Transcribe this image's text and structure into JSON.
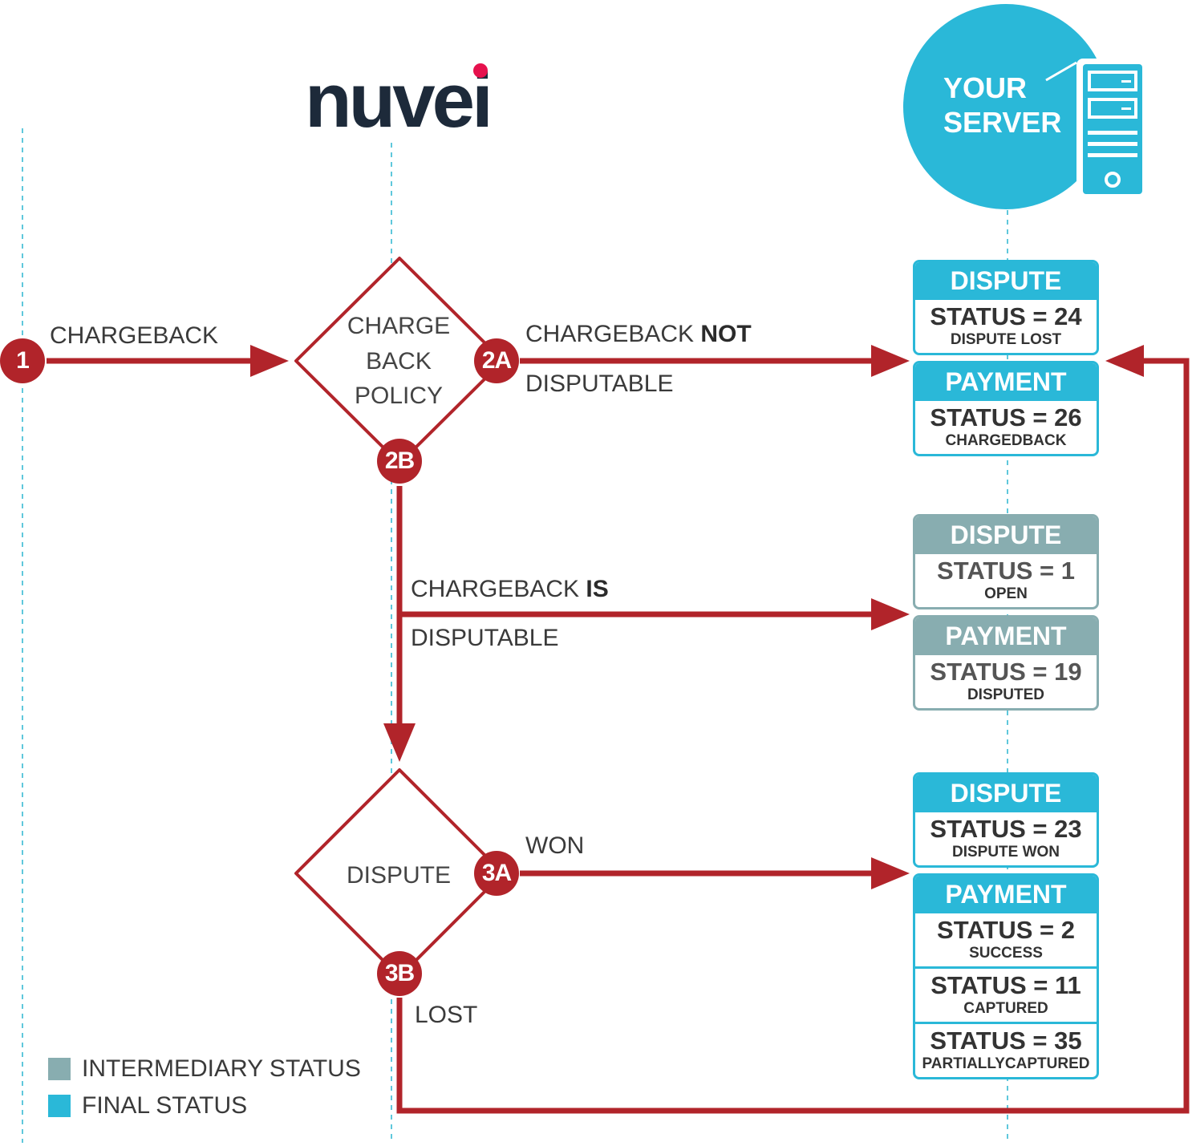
{
  "colors": {
    "arrow": "#b1242a",
    "final": "#2ab8d8",
    "intermediary": "#88adb0",
    "lifeline": "#5fc8dc",
    "logo_text": "#1d2a3a",
    "logo_dot": "#e6114d"
  },
  "logo": {
    "text": "nuvei"
  },
  "server": {
    "line1": "YOUR",
    "line2": "SERVER",
    "icon": "server-tower-icon"
  },
  "steps": {
    "s1": "1",
    "s2a": "2A",
    "s2b": "2B",
    "s3a": "3A",
    "s3b": "3B"
  },
  "decisions": {
    "policy": [
      "CHARGE",
      "BACK",
      "POLICY"
    ],
    "dispute": "DISPUTE"
  },
  "edges": {
    "chargeback": "CHARGEBACK",
    "not_disputable": {
      "pre": "CHARGEBACK ",
      "emph": "NOT",
      "post": "DISPUTABLE"
    },
    "is_disputable": {
      "pre": "CHARGEBACK ",
      "emph": "IS",
      "post": "DISPUTABLE"
    },
    "won": "WON",
    "lost": "LOST"
  },
  "cards": [
    {
      "kind": "final",
      "title": "DISPUTE",
      "rows": [
        {
          "status": "STATUS = 24",
          "sub": "DISPUTE  LOST"
        }
      ]
    },
    {
      "kind": "final",
      "title": "PAYMENT",
      "rows": [
        {
          "status": "STATUS = 26",
          "sub": "CHARGEDBACK"
        }
      ]
    },
    {
      "kind": "intermediary",
      "title": "DISPUTE",
      "rows": [
        {
          "status": "STATUS = 1",
          "sub": "OPEN"
        }
      ]
    },
    {
      "kind": "intermediary",
      "title": "PAYMENT",
      "rows": [
        {
          "status": "STATUS = 19",
          "sub": "DISPUTED"
        }
      ]
    },
    {
      "kind": "final",
      "title": "DISPUTE",
      "rows": [
        {
          "status": "STATUS = 23",
          "sub": "DISPUTE  WON"
        }
      ]
    },
    {
      "kind": "final",
      "title": "PAYMENT",
      "rows": [
        {
          "status": "STATUS = 2",
          "sub": "SUCCESS"
        },
        {
          "status": "STATUS = 11",
          "sub": "CAPTURED"
        },
        {
          "status": "STATUS = 35",
          "sub": "PARTIALLYCAPTURED"
        }
      ]
    }
  ],
  "legend": {
    "intermediary": "INTERMEDIARY STATUS",
    "final": "FINAL STATUS"
  }
}
